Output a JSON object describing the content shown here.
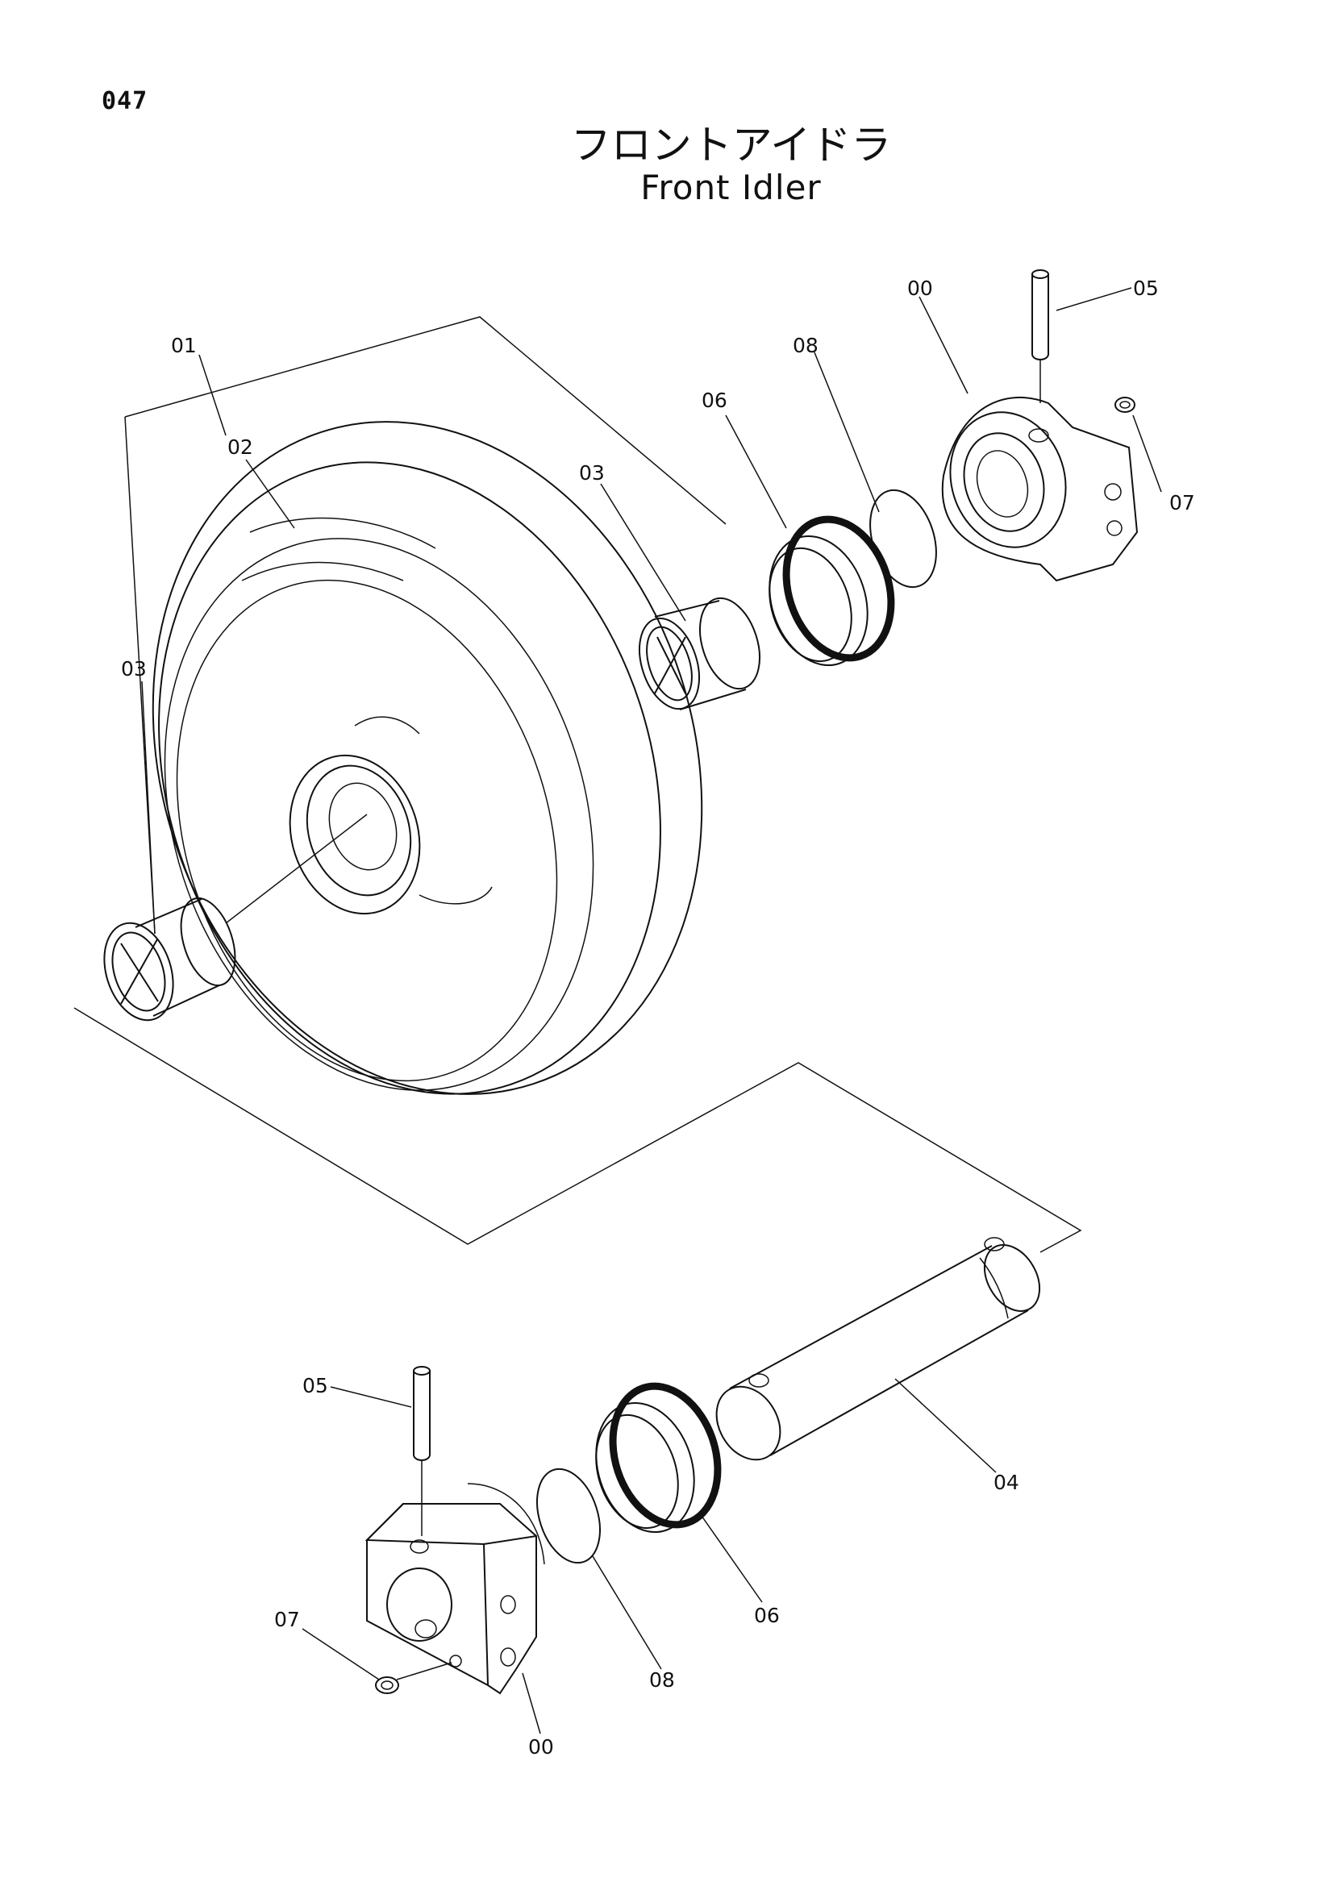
{
  "page_number": "047",
  "title_jp": "フロントアイドラ",
  "title_en": "Front Idler",
  "callouts": {
    "c00_top": "00",
    "c05_top": "05",
    "c01": "01",
    "c08_top": "08",
    "c02": "02",
    "c06_top": "06",
    "c03_mid": "03",
    "c07_top": "07",
    "c03_left": "03",
    "c05_bottom": "05",
    "c04": "04",
    "c06_bottom": "06",
    "c07_bottom": "07",
    "c08_bottom": "08",
    "c00_bottom": "00"
  }
}
